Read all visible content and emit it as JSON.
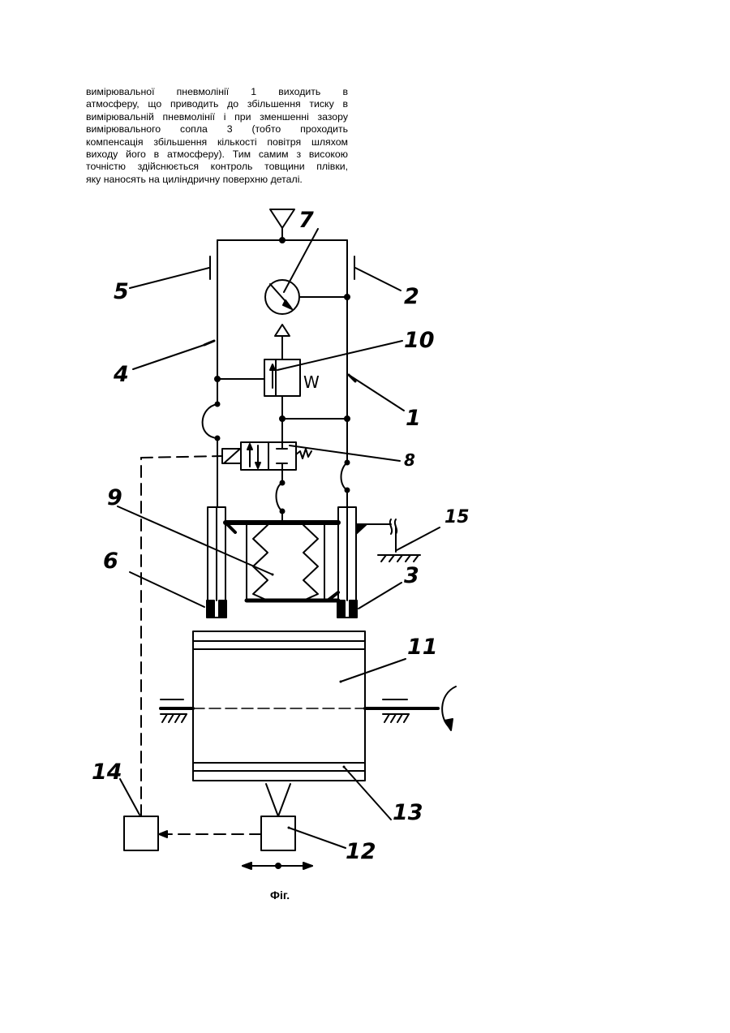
{
  "paragraph": {
    "lines": [
      "вимірювальної      пневмолінії      1      виходить      в",
      "атмосферу, що приводить до збільшення тиску в",
      "вимірювальній пневмолінії і при зменшенні зазору",
      "вимірювального     сопла     3     (тобто     проходить",
      "компенсація збільшення кількості повітря шляхом",
      "виходу його в атмосферу). Тим самим з високою",
      "точністю здійснюється контроль товщини плівки,",
      "яку наносять на циліндричну поверхню деталі."
    ]
  },
  "figure": {
    "labels": {
      "l1": "1",
      "l2": "2",
      "l3": "3",
      "l4": "4",
      "l5": "5",
      "l6": "6",
      "l7": "7",
      "l8": "8",
      "l9": "9",
      "l10": "10",
      "l11": "11",
      "l12": "12",
      "l13": "13",
      "l14": "14",
      "l15": "15"
    },
    "valve_letter": "W",
    "caption": "Фіг."
  }
}
